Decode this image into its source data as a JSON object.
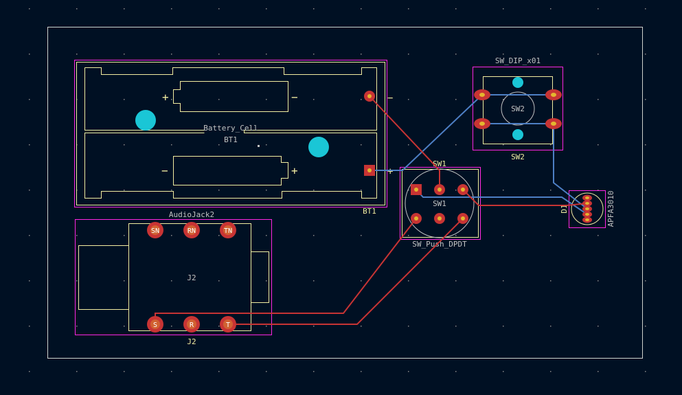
{
  "board": {
    "colors": {
      "background": "#001023",
      "edge_cuts": "#d0d2cd",
      "silkscreen": "#f2eda1",
      "courtyard": "#ff26e2",
      "fab_text": "#c2c2c2",
      "copper_front": "#c83434",
      "copper_back": "#4d7fc4",
      "pad": "#c83434",
      "drill_hole": "#e3b72f",
      "mounting_hole": "#1ac6d6",
      "grid": "#8a8a8a"
    }
  },
  "components": {
    "battery": {
      "name": "Battery_Cell",
      "ref_fab": "BT1",
      "ref_silk": "BT1",
      "plus_sign": "+",
      "minus_sign": "−"
    },
    "switch_dip": {
      "name": "SW_DIP_x01",
      "ref_fab": "SW2",
      "ref_silk": "SW2"
    },
    "switch_push": {
      "name": "SW_Push_DPDT",
      "ref_fab": "SW1",
      "ref_silk": "SW1"
    },
    "audio_jack": {
      "name": "AudioJack2",
      "ref_fab": "J2",
      "ref_silk": "J2",
      "pad_labels": [
        "SN",
        "RN",
        "TN",
        "S",
        "R",
        "T"
      ]
    },
    "led": {
      "name": "APFA3010",
      "ref_silk": "D1"
    }
  }
}
